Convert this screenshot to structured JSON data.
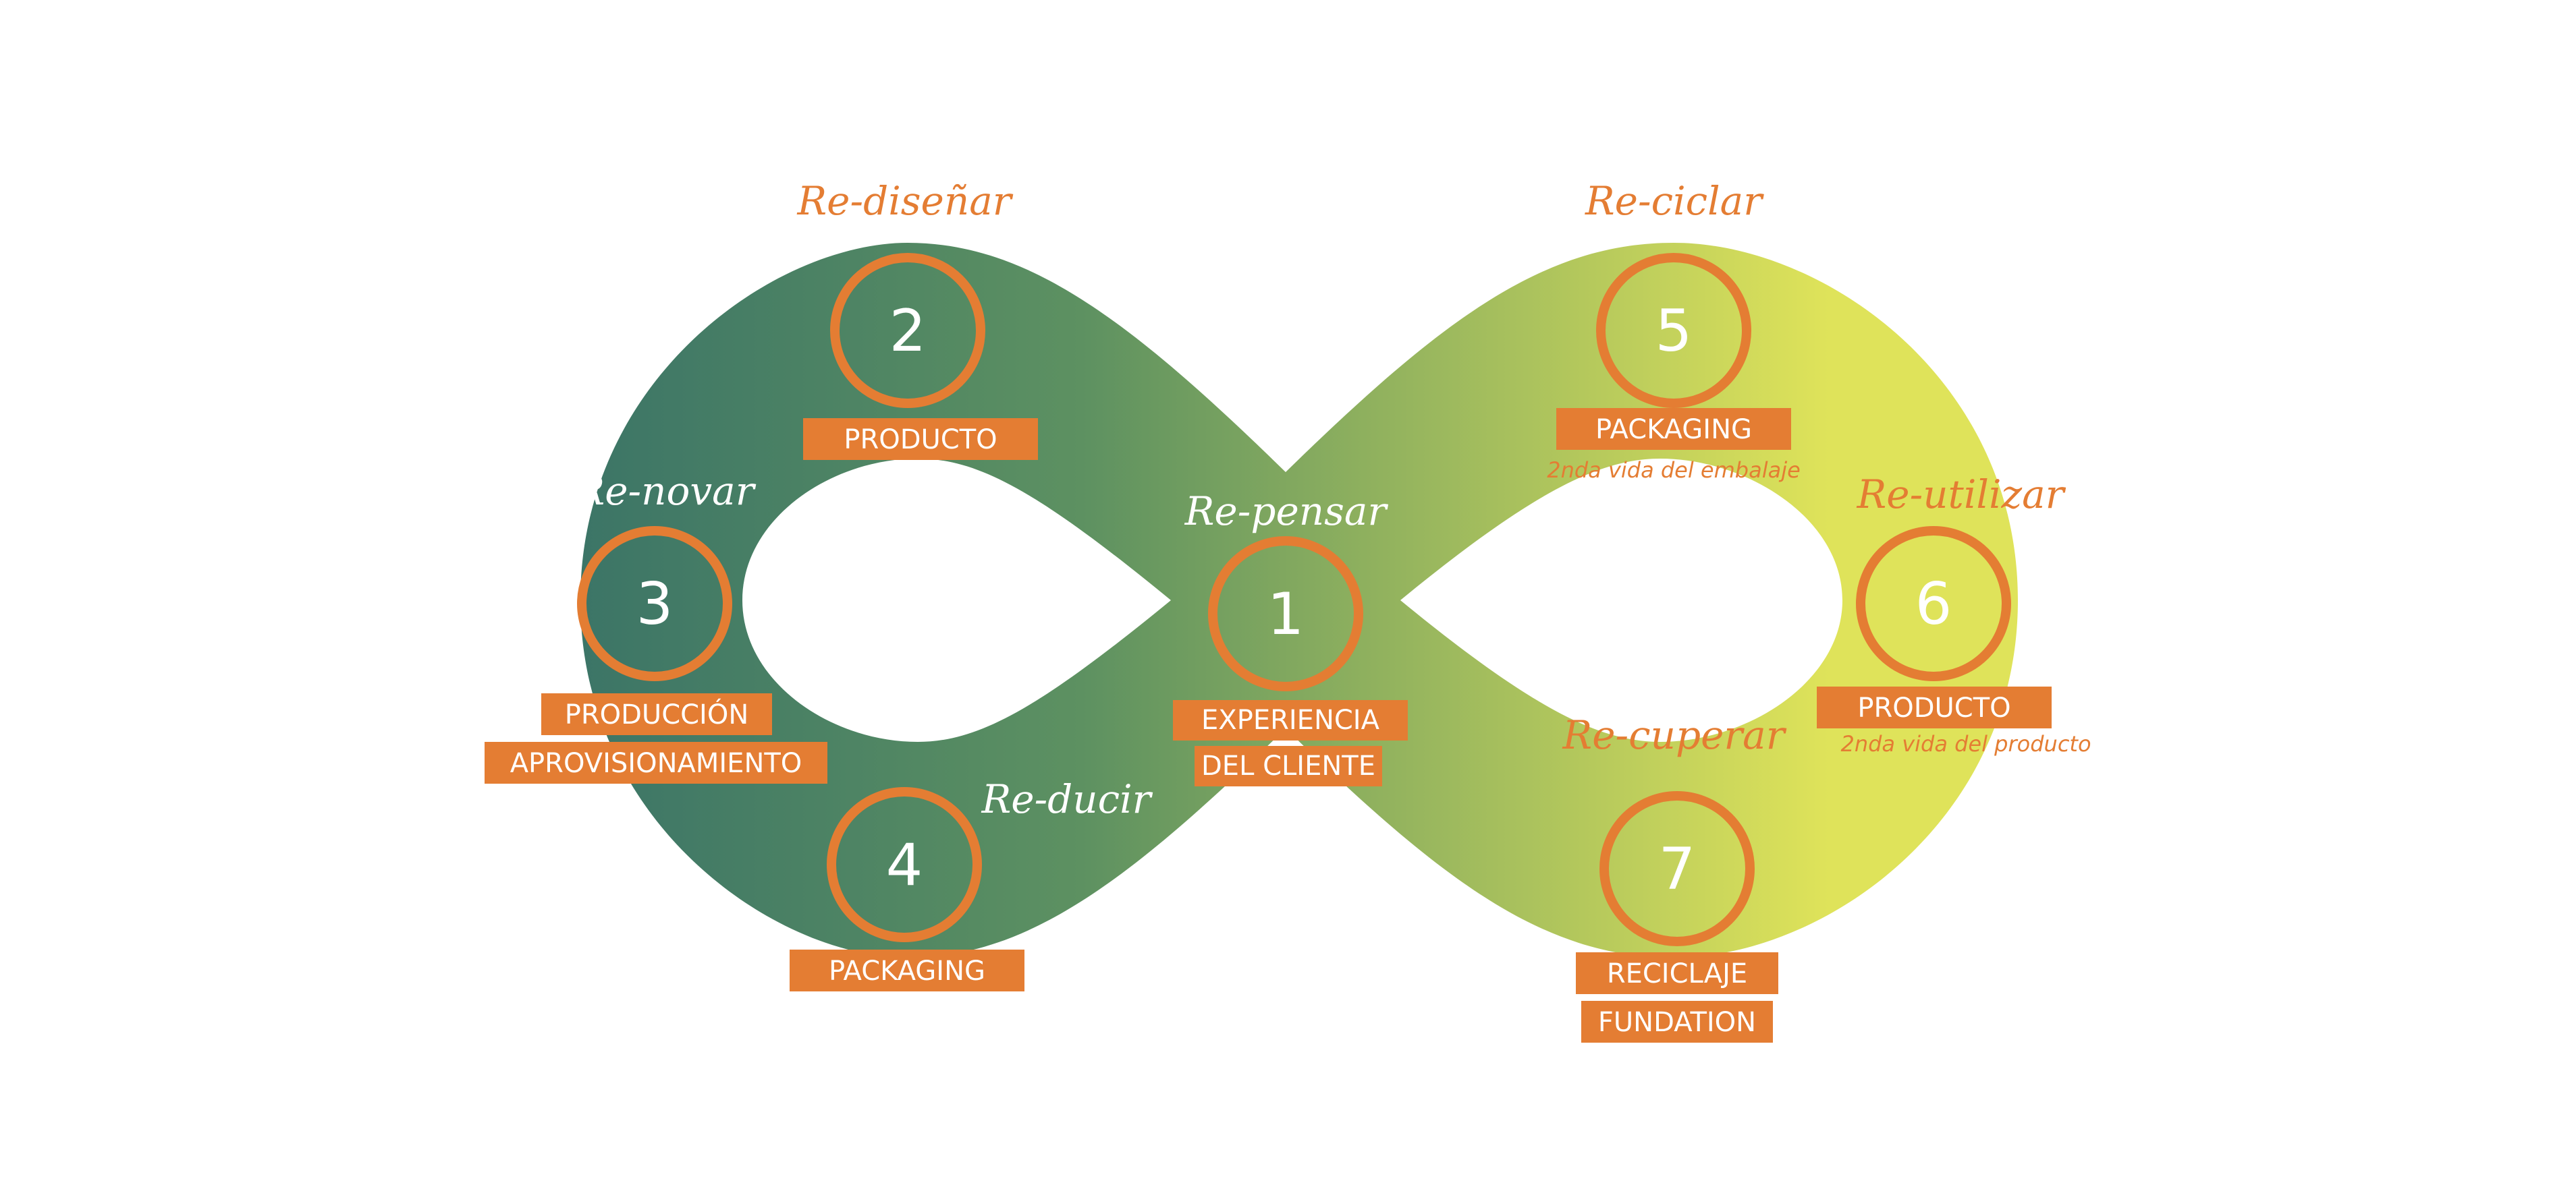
{
  "diagram": {
    "gradient": {
      "start": "#3b7467",
      "mid": "#5d9161",
      "end": "#dfe35a"
    },
    "accent": "#e47d33",
    "white": "#ffffff",
    "nodes": [
      {
        "number": "1",
        "verb": "Re-pensar",
        "labels": [
          "EXPERIENCIA",
          "DEL CLIENTE"
        ],
        "note": ""
      },
      {
        "number": "2",
        "verb": "Re-diseñar",
        "labels": [
          "PRODUCTO"
        ],
        "note": ""
      },
      {
        "number": "3",
        "verb": "Re-novar",
        "labels": [
          "PRODUCCIÓN",
          "APROVISIONAMIENTO"
        ],
        "note": ""
      },
      {
        "number": "4",
        "verb": "Re-ducir",
        "labels": [
          "PACKAGING"
        ],
        "note": ""
      },
      {
        "number": "5",
        "verb": "Re-ciclar",
        "labels": [
          "PACKAGING"
        ],
        "note": "2nda vida del embalaje"
      },
      {
        "number": "6",
        "verb": "Re-utilizar",
        "labels": [
          "PRODUCTO"
        ],
        "note": "2nda vida del producto"
      },
      {
        "number": "7",
        "verb": "Re-cuperar",
        "labels": [
          "RECICLAJE",
          "FUNDATION"
        ],
        "note": ""
      }
    ]
  }
}
